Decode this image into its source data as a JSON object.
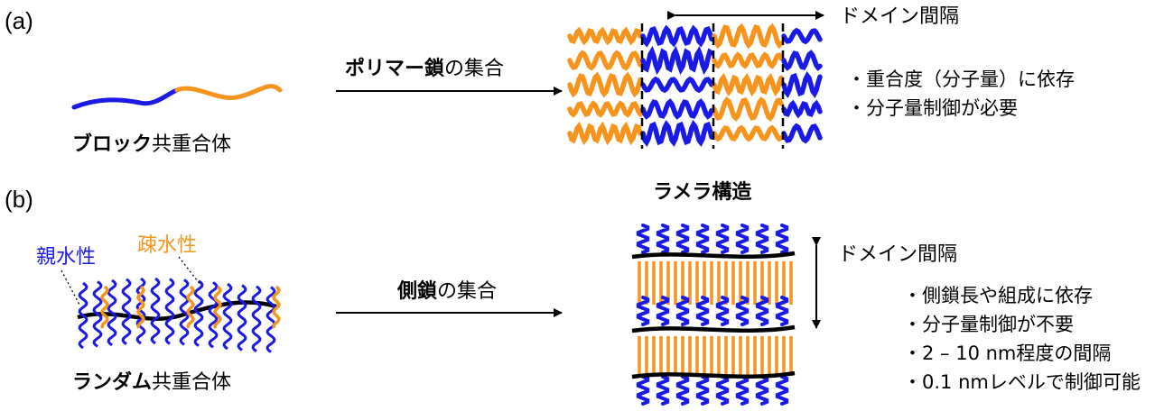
{
  "panel_a": {
    "label": "(a)",
    "copolymer": {
      "bold": "ブロック",
      "rest": "共重合体"
    },
    "arrow": {
      "bold": "ポリマー鎖",
      "rest": "の集合"
    },
    "domain_spacing": "ドメイン間隔",
    "notes": [
      "・重合度（分子量）に依存",
      "・分子量制御が必要"
    ]
  },
  "structure_title": "ラメラ構造",
  "panel_b": {
    "label": "(b)",
    "hydrophilic": "親水性",
    "hydrophobic": "疎水性",
    "copolymer": {
      "bold": "ランダム",
      "rest": "共重合体"
    },
    "arrow": {
      "bold": "側鎖",
      "rest": "の集合"
    },
    "domain_spacing": "ドメイン間隔",
    "notes": [
      "・側鎖長や組成に依存",
      "・分子量制御が不要",
      "・2 – 10 nm程度の間隔",
      "・0.1 nmレベルで制御可能"
    ]
  },
  "colors": {
    "blue": "#1a1ae6",
    "orange": "#f7941d",
    "black": "#000000"
  }
}
